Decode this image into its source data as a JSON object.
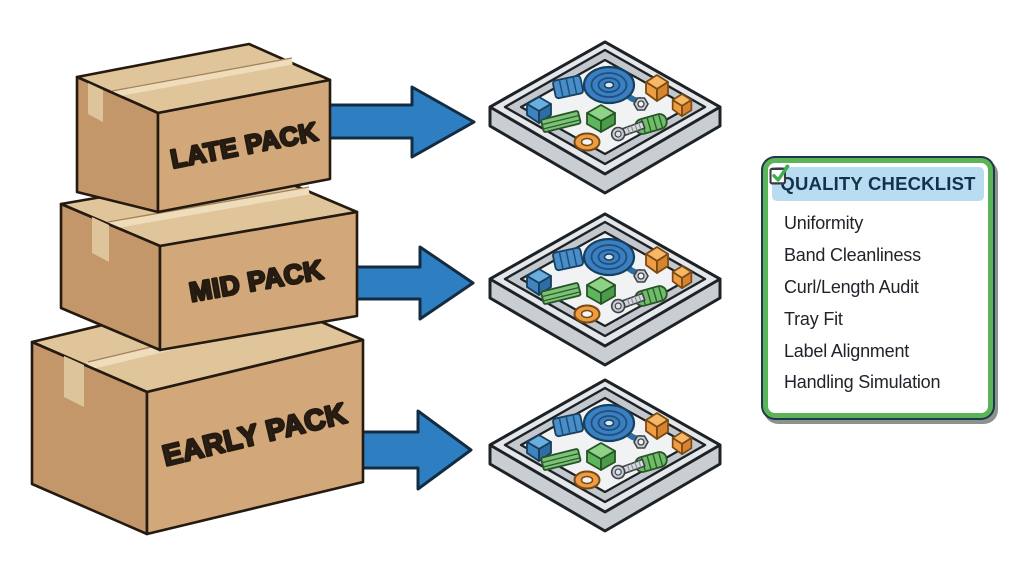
{
  "boxes": [
    {
      "label": "LATE PACK"
    },
    {
      "label": "MID PACK"
    },
    {
      "label": "EARLY PACK"
    }
  ],
  "checklist": {
    "title": "QUALITY CHECKLIST",
    "items": [
      {
        "label": "Uniformity",
        "checked": true
      },
      {
        "label": "Band Cleanliness",
        "checked": true
      },
      {
        "label": "Curl/Length Audit",
        "checked": true
      },
      {
        "label": "Tray Fit",
        "checked": true
      },
      {
        "label": "Label Alignment",
        "checked": true
      },
      {
        "label": "Handling Simulation",
        "checked": true
      }
    ]
  },
  "icons": {
    "arrow": "blue-right-arrow",
    "checkbox": "green-check-in-square"
  },
  "palette": {
    "arrow_blue": "#2e7fc2",
    "cardboard_front": "#d2a87a",
    "cardboard_side": "#c4976b",
    "cardboard_top": "#e0c49a",
    "tape_light": "#eedcba",
    "outline_brown": "#241a10",
    "checklist_border_green": "#5cb459",
    "checklist_header_blue": "#b8dcf0",
    "checklist_title_navy": "#14324e",
    "check_green": "#3fae4e",
    "tray_gray": "#d5d9dc",
    "part_blue": "#3c7fc0",
    "part_green": "#6dbb67",
    "part_orange": "#ee9d42"
  }
}
